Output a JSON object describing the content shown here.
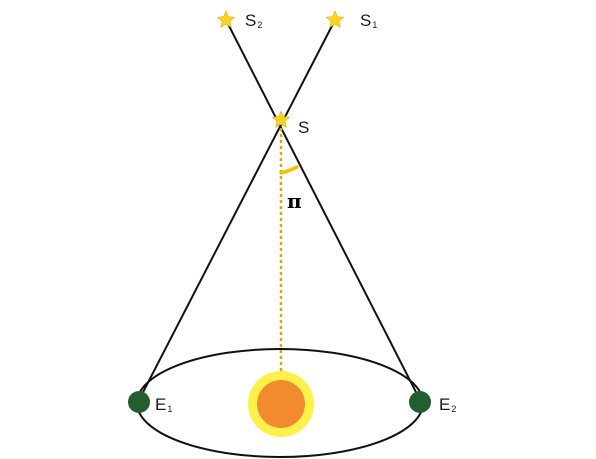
{
  "diagram": {
    "stars": {
      "s2": {
        "base": "S",
        "sub": "2"
      },
      "s1": {
        "base": "S",
        "sub": "1"
      },
      "s": {
        "base": "S"
      }
    },
    "earth": {
      "e1": {
        "base": "E",
        "sub": "1"
      },
      "e2": {
        "base": "E",
        "sub": "2"
      }
    },
    "angle_label": "π"
  },
  "colors": {
    "line": "#111111",
    "star": "#ffd21f",
    "earth": "#225e2f",
    "sun_core": "#f28a2e",
    "sun_glow": "#fff04a",
    "dotted": "#d9a514",
    "angle_arc": "#f2c200"
  },
  "icons": {
    "star": "star-icon",
    "earth": "planet-icon",
    "sun": "sun-icon"
  }
}
